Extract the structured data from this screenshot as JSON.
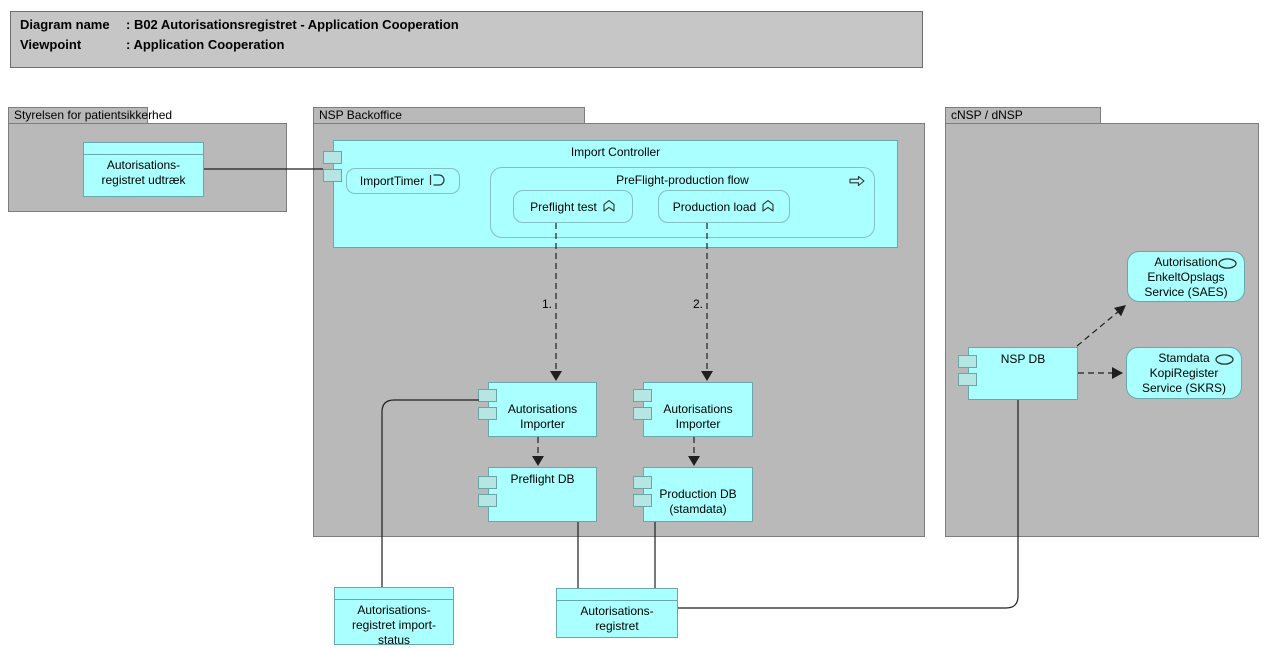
{
  "title_box": {
    "diagram_name_label": "Diagram name",
    "diagram_name_value": ": B02 Autorisationsregistret - Application Cooperation",
    "viewpoint_label": "Viewpoint",
    "viewpoint_value": ": Application Cooperation"
  },
  "groups": {
    "styrelsen": {
      "label": "Styrelsen for patientsikkerhed"
    },
    "nsp_backoffice": {
      "label": "NSP Backoffice"
    },
    "cnsp": {
      "label": "cNSP / dNSP"
    }
  },
  "components": {
    "udtraek": {
      "label": "Autorisations-\nregistret udtræk"
    },
    "import_controller": {
      "label": "Import Controller"
    },
    "import_timer": {
      "label": "ImportTimer",
      "icon": "event-icon"
    },
    "preflight_flow": {
      "label": "PreFlight-production flow",
      "icon": "process-icon"
    },
    "preflight_test": {
      "label": "Preflight test",
      "icon": "function-icon"
    },
    "production_load": {
      "label": "Production load",
      "icon": "function-icon"
    },
    "importer_left": {
      "label": "Autorisations\nImporter"
    },
    "importer_right": {
      "label": "Autorisations\nImporter"
    },
    "preflight_db": {
      "label": "Preflight DB"
    },
    "production_db": {
      "label": "Production DB\n(stamdata)"
    },
    "nsp_db": {
      "label": "NSP DB"
    },
    "saes": {
      "label": "Autorisation\nEnkeltOpslags\nService (SAES)",
      "icon": "service-icon"
    },
    "skrs": {
      "label": "Stamdata\nKopiRegister\nService (SKRS)",
      "icon": "service-icon"
    },
    "import_status": {
      "label": "Autorisations-\nregistret import-\nstatus"
    },
    "aut_registret": {
      "label": "Autorisations-\nregistret"
    }
  },
  "connections": {
    "step1_label": "1.",
    "step2_label": "2."
  },
  "colors": {
    "node_fill": "#aaffff",
    "node_border": "#68a8ad",
    "group_fill": "#b9b9b9",
    "group_border": "#7d7d7d",
    "title_fill": "#c6c6c6",
    "port_fill": "#b6e6e4",
    "line": "#1f1f1f"
  }
}
